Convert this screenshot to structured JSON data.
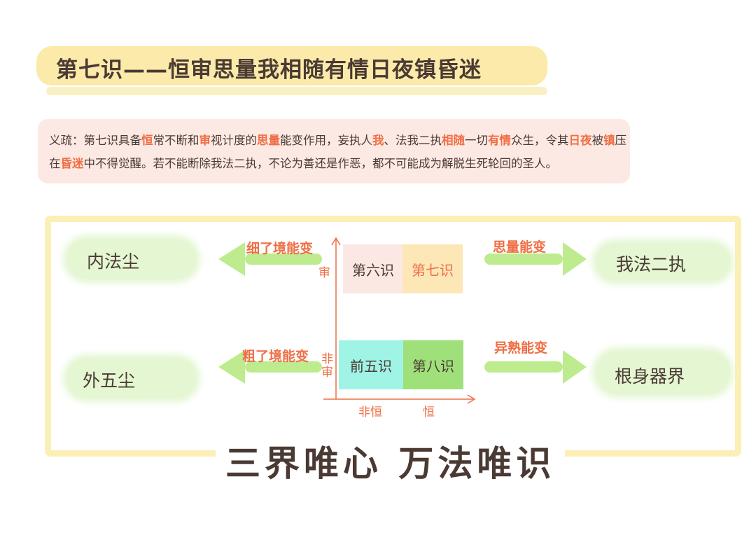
{
  "title": "第七识——恒审思量我相随有情日夜镇昏迷",
  "definition": {
    "p1": "义疏：第七识具备",
    "h1": "恒",
    "p2": "常不断和",
    "h2": "审",
    "p3": "视计度的",
    "h3": "思量",
    "p4": "能变作用，妄执人",
    "h4": "我",
    "p5": "、法我二执",
    "h5": "相随",
    "p6": "一切",
    "h6": "有情",
    "p7": "众生，令其",
    "h7": "日夜",
    "p8": "被",
    "h8": "镇",
    "p9": "压在",
    "h9": "昏迷",
    "p10": "中不得觉醒。若不能断除我法二执，不论为善还是作恶，都不可能成为解脱生死轮回的圣人。"
  },
  "diagram": {
    "cells": {
      "sixth": "第六识",
      "seventh": "第七识",
      "first_five": "前五识",
      "eighth": "第八识"
    },
    "y_axis": {
      "top": "审",
      "bottom": "非审"
    },
    "x_axis": {
      "left": "非恒",
      "right": "恒"
    },
    "arrows": {
      "top_left": "细了境能变",
      "bottom_left": "粗了境能变",
      "top_right": "思量能变",
      "bottom_right": "异熟能变"
    },
    "clouds": {
      "top_left": "内法尘",
      "bottom_left": "外五尘",
      "top_right": "我法二执",
      "bottom_right": "根身器界"
    }
  },
  "motto": "三界唯心 万法唯识",
  "colors": {
    "accent": "#ef6e45",
    "title_band": "#fbeaa9",
    "definition_bg": "#fde9e4",
    "cloud": "#e4f6d2",
    "arrow": "#bdeb8e",
    "frame": "#fbefb6",
    "cell_sixth": "#fbe8e4",
    "cell_seventh": "#fde7b6",
    "cell_first_five": "#9ff4e6",
    "cell_eighth": "#9fe07a"
  }
}
